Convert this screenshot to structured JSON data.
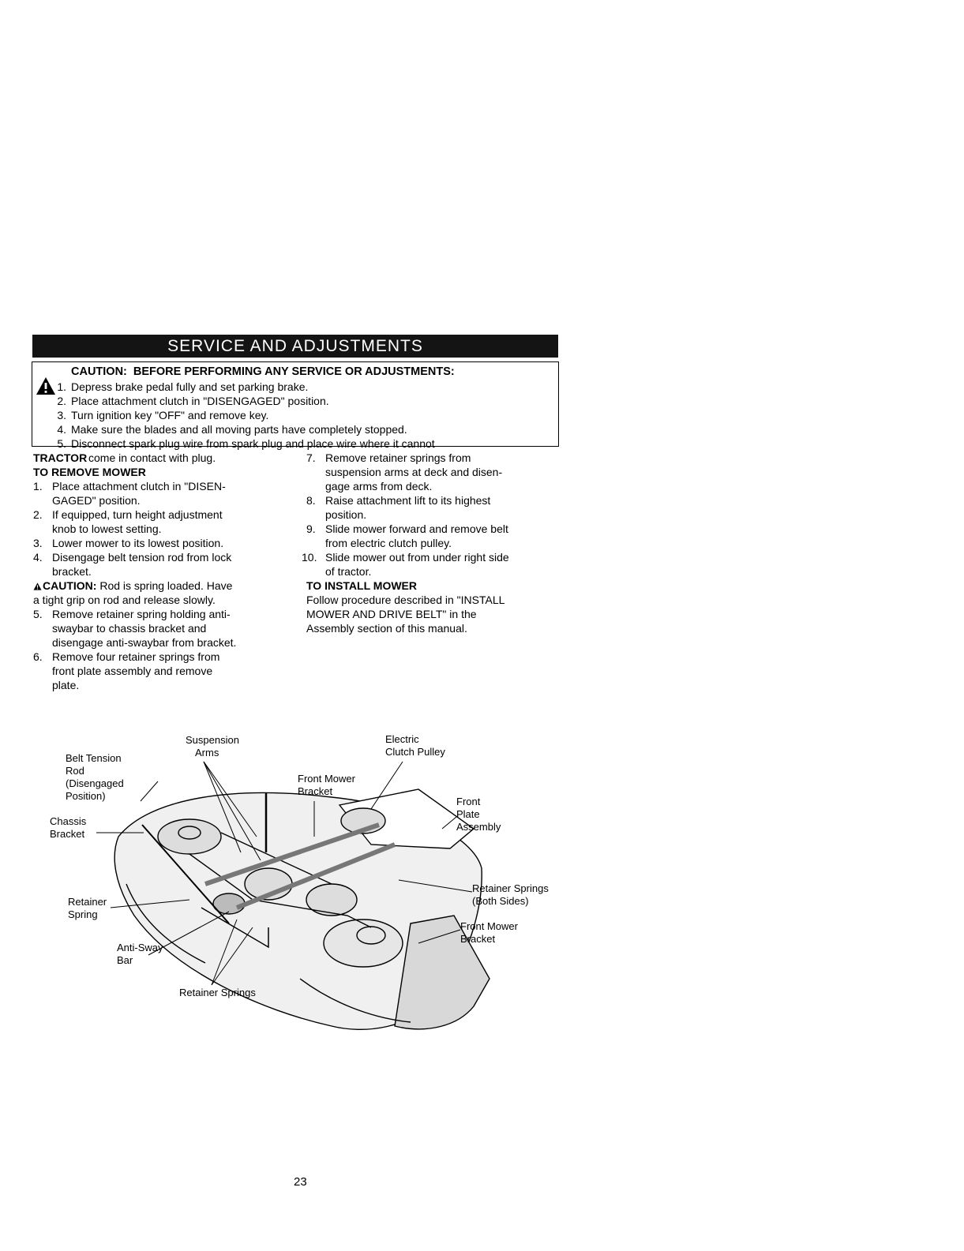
{
  "banner_title": "SERVICE AND ADJUSTMENTS",
  "caution": {
    "lead": "CAUTION:",
    "title": "BEFORE PERFORMING ANY SERVICE OR ADJUSTMENTS:",
    "steps": [
      {
        "num": "1.",
        "text": "Depress brake pedal fully and set parking brake."
      },
      {
        "num": "2.",
        "text": "Place attachment clutch in \"DISENGAGED\" position."
      },
      {
        "num": "3.",
        "text": "Turn ignition key \"OFF\" and remove key."
      },
      {
        "num": "4.",
        "text": "Make sure the blades and all moving parts have completely stopped."
      },
      {
        "num": "5.",
        "text": "Disconnect spark plug wire from spark plug and place wire where it cannot",
        "cont": "come in contact with plug."
      }
    ]
  },
  "left_col": {
    "heading": "TRACTOR",
    "subheading": "TO REMOVE MOWER",
    "items": [
      {
        "num": "1.",
        "lines": [
          "Place attachment clutch in \"DISEN-",
          "GAGED\" position."
        ]
      },
      {
        "num": "2.",
        "lines": [
          "If equipped, turn height adjustment",
          "knob to lowest setting."
        ]
      },
      {
        "num": "3.",
        "lines": [
          "Lower mower to its lowest position."
        ]
      },
      {
        "num": "4.",
        "lines": [
          "Disengage belt tension rod from lock",
          "bracket."
        ]
      }
    ],
    "caution_lead": "CAUTION:",
    "caution_lines": [
      "Rod is spring loaded. Have",
      "a tight grip on rod and release slowly."
    ],
    "items2": [
      {
        "num": "5.",
        "lines": [
          "Remove retainer spring holding anti-",
          "swaybar to chassis bracket and",
          "disengage anti-swaybar from bracket."
        ]
      },
      {
        "num": "6.",
        "lines": [
          "Remove four retainer springs from",
          "front plate assembly and remove",
          "plate."
        ]
      }
    ]
  },
  "right_col": {
    "items": [
      {
        "num": "7.",
        "lines": [
          "Remove retainer springs from",
          "suspension arms at deck and disen-",
          "gage arms from deck."
        ]
      },
      {
        "num": "8.",
        "lines": [
          "Raise attachment lift to its highest",
          "position."
        ]
      },
      {
        "num": "9.",
        "lines": [
          "Slide mower forward and remove belt",
          "from electric clutch pulley."
        ]
      },
      {
        "num": "10.",
        "lines": [
          "Slide mower out from under right side",
          "of tractor."
        ]
      }
    ],
    "subheading": "TO INSTALL MOWER",
    "para_lines": [
      "Follow procedure described in \"INSTALL",
      "MOWER AND DRIVE BELT\" in the",
      "Assembly section of this manual."
    ]
  },
  "diagram_labels": {
    "belt_tension": [
      "Belt Tension",
      "Rod",
      "(Disengaged",
      "Position)"
    ],
    "suspension": [
      "Suspension",
      "Arms"
    ],
    "electric": [
      "Electric",
      "Clutch Pulley"
    ],
    "front_mower_bracket_top": [
      "Front Mower",
      "Bracket"
    ],
    "front_plate": [
      "Front",
      "Plate",
      "Assembly"
    ],
    "chassis": [
      "Chassis",
      "Bracket"
    ],
    "retainer_springs_right": [
      "Retainer Springs",
      "(Both Sides)"
    ],
    "retainer_spring_left": [
      "Retainer",
      "Spring"
    ],
    "front_mower_bracket_bottom": [
      "Front Mower",
      "Bracket"
    ],
    "anti_sway": [
      "Anti-Sway",
      "Bar"
    ],
    "retainer_springs_bottom": [
      "Retainer Springs"
    ]
  },
  "page_number": "23"
}
